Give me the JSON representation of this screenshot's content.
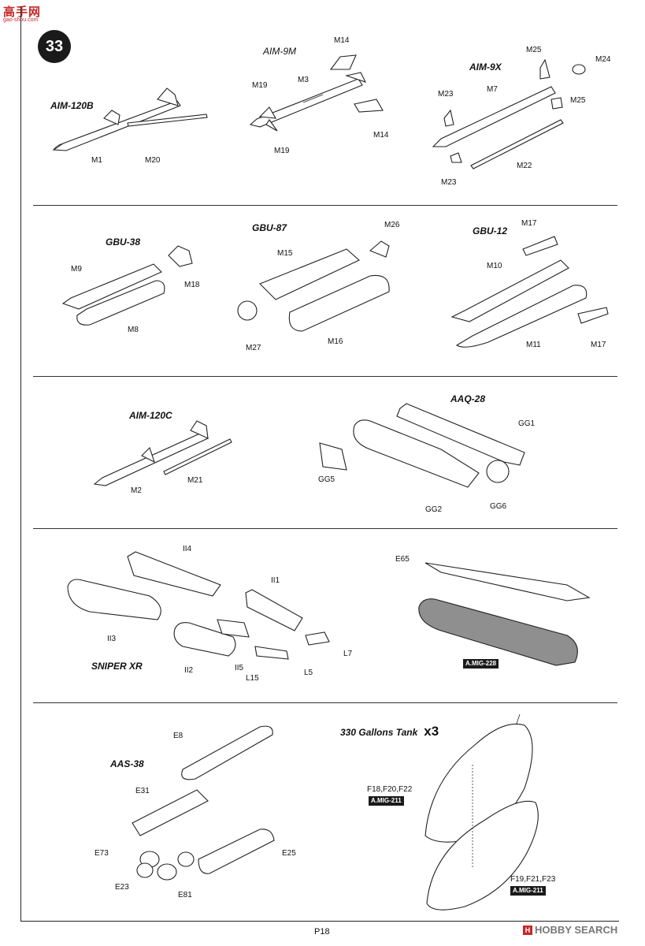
{
  "watermark": {
    "main": "高手网",
    "sub": "gao-shou.com"
  },
  "step": "33",
  "page_number": "P18",
  "hobby_search": "HOBBY SEARCH",
  "sections": {
    "missiles": {
      "aim120b": {
        "title": "AIM-120B",
        "parts": [
          "M1",
          "M20"
        ]
      },
      "aim9m": {
        "title": "AIM-9M",
        "parts": [
          "M14",
          "M19",
          "M3",
          "M19",
          "M14"
        ]
      },
      "aim9x": {
        "title": "AIM-9X",
        "parts": [
          "M25",
          "M24",
          "M7",
          "M23",
          "M25",
          "M22",
          "M23"
        ]
      }
    },
    "bombs": {
      "gbu38": {
        "title": "GBU-38",
        "parts": [
          "M9",
          "M18",
          "M8"
        ]
      },
      "gbu87": {
        "title": "GBU-87",
        "parts": [
          "M26",
          "M15",
          "M27",
          "M16"
        ]
      },
      "gbu12": {
        "title": "GBU-12",
        "parts": [
          "M17",
          "M10",
          "M11",
          "M17"
        ]
      }
    },
    "row3": {
      "aim120c": {
        "title": "AIM-120C",
        "parts": [
          "M2",
          "M21"
        ]
      },
      "aaq28": {
        "title": "AAQ-28",
        "parts": [
          "GG1",
          "GG5",
          "GG2",
          "GG6"
        ]
      }
    },
    "row4": {
      "sniper": {
        "title": "SNIPER XR",
        "parts": [
          "II4",
          "II1",
          "II3",
          "II2",
          "II5",
          "L15",
          "L5",
          "L7"
        ]
      },
      "pod": {
        "parts": [
          "E65"
        ],
        "paint": "A.MIG-228"
      }
    },
    "row5": {
      "aas38": {
        "title": "AAS-38",
        "parts": [
          "E8",
          "E31",
          "E73",
          "E23",
          "E81",
          "E25"
        ]
      },
      "tank": {
        "title": "330 Gallons Tank",
        "count": "x3",
        "parts": [
          "F18,F20,F22",
          "F19,F21,F23"
        ],
        "paint": "A.MIG-211"
      }
    }
  },
  "colors": {
    "accent": "#c62828",
    "ink": "#1a1a1a",
    "grey_paint": "#8f8f8f"
  }
}
